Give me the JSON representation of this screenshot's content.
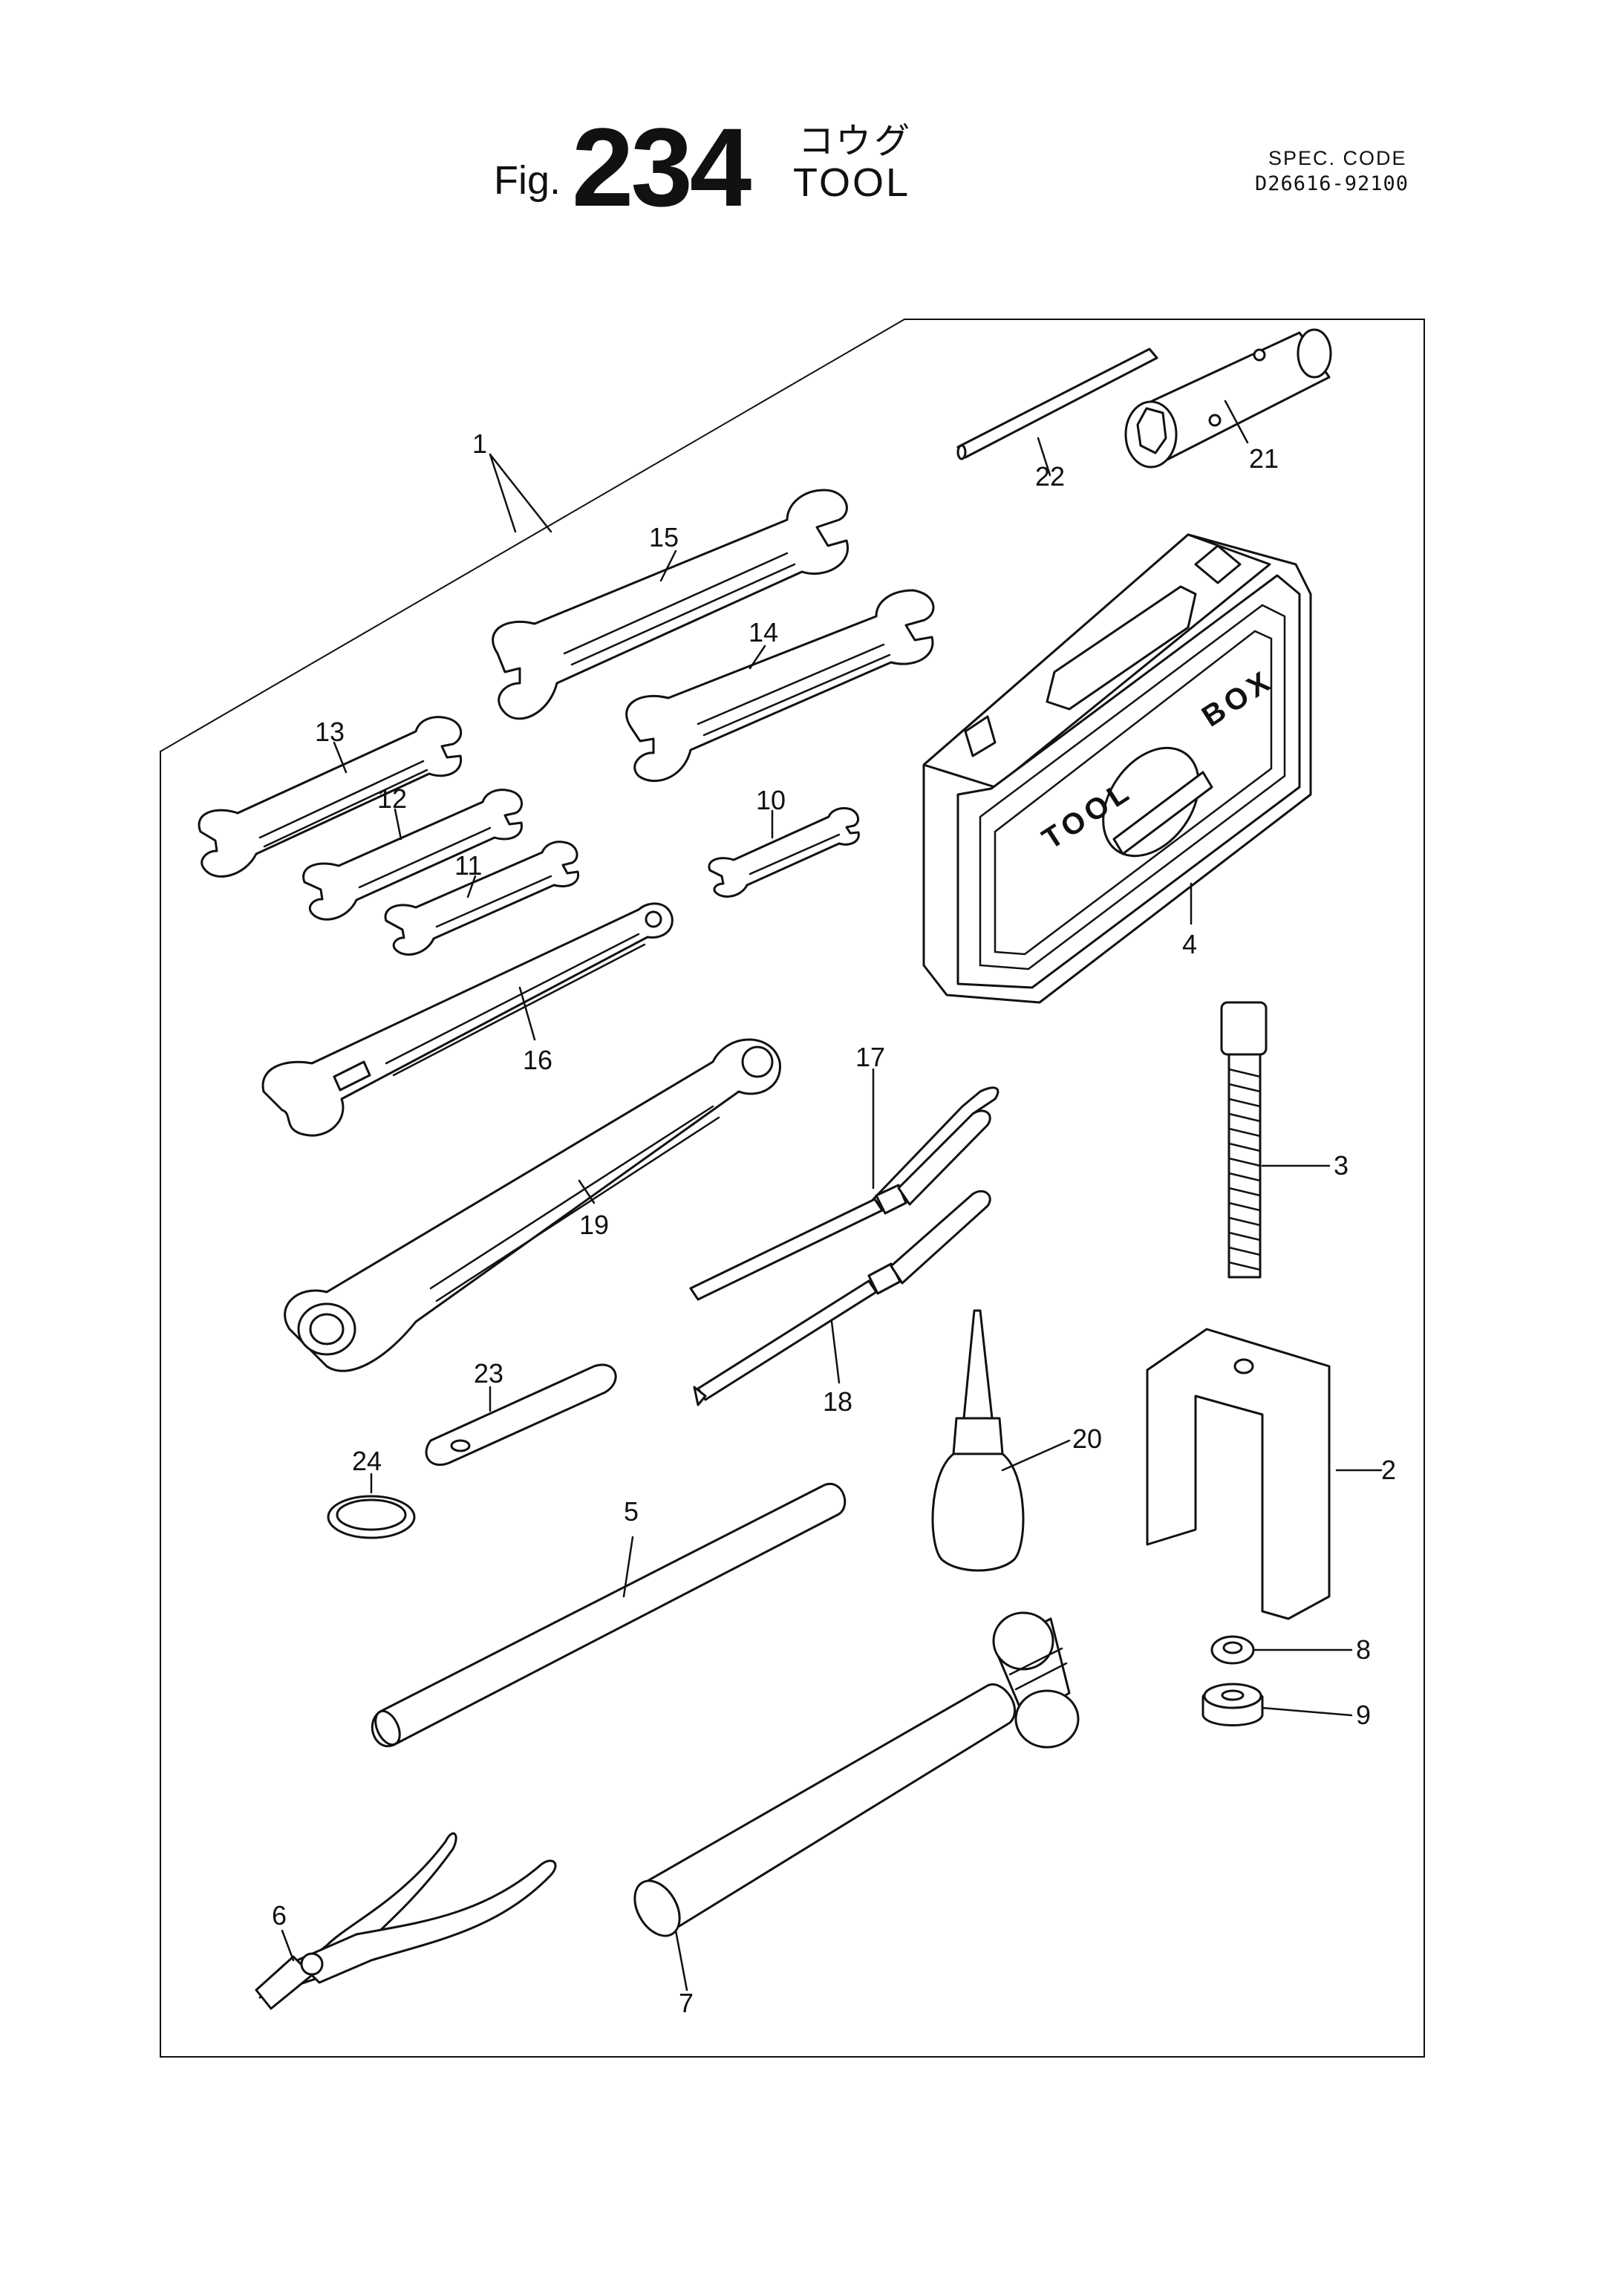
{
  "header": {
    "fig_prefix": "Fig.",
    "fig_number": "234",
    "title_jp": "コウグ",
    "title_en": "TOOL",
    "spec_label": "SPEC. CODE",
    "spec_value": "D26616-92100"
  },
  "toolbox_text": {
    "word1": "TOOL",
    "word2": "BOX"
  },
  "callouts": [
    "1",
    "2",
    "3",
    "4",
    "5",
    "6",
    "7",
    "8",
    "9",
    "10",
    "11",
    "12",
    "13",
    "14",
    "15",
    "16",
    "17",
    "18",
    "19",
    "20",
    "21",
    "22",
    "23",
    "24"
  ],
  "colors": {
    "ink": "#111111",
    "paper": "#ffffff"
  }
}
